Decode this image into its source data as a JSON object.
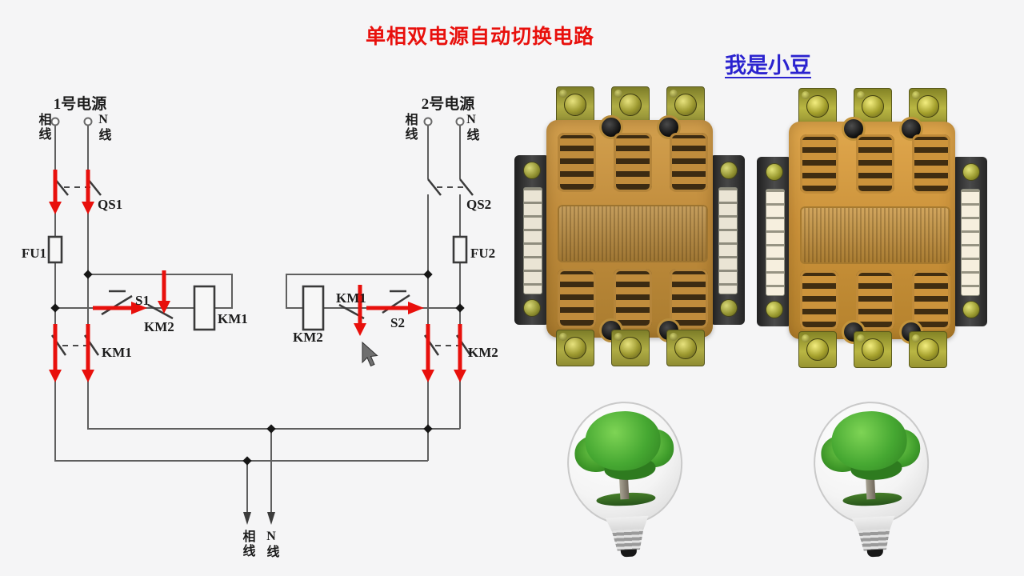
{
  "title": "单相双电源自动切换电路",
  "watermark": "我是小豆",
  "colors": {
    "title": "#e8100c",
    "watermark": "#2b23cf",
    "wire": "#5f5f5f",
    "arrow": "#e8100c"
  },
  "icons": {
    "cursor": "arrow-pointer"
  },
  "schematic": {
    "source1": {
      "name": "1号电源",
      "phase": "相线",
      "neutral": "N线",
      "switch": "QS1",
      "fuse": "FU1",
      "main_contact": "KM1"
    },
    "source2": {
      "name": "2号电源",
      "phase": "相线",
      "neutral": "N线",
      "switch": "QS2",
      "fuse": "FU2",
      "main_contact": "KM2"
    },
    "branch1": {
      "button": "S1",
      "interlock": "KM2",
      "coil": "KM1"
    },
    "branch2": {
      "button": "S2",
      "interlock": "KM1",
      "coil": "KM2"
    },
    "output": {
      "phase": "相线",
      "neutral": "N线"
    }
  }
}
